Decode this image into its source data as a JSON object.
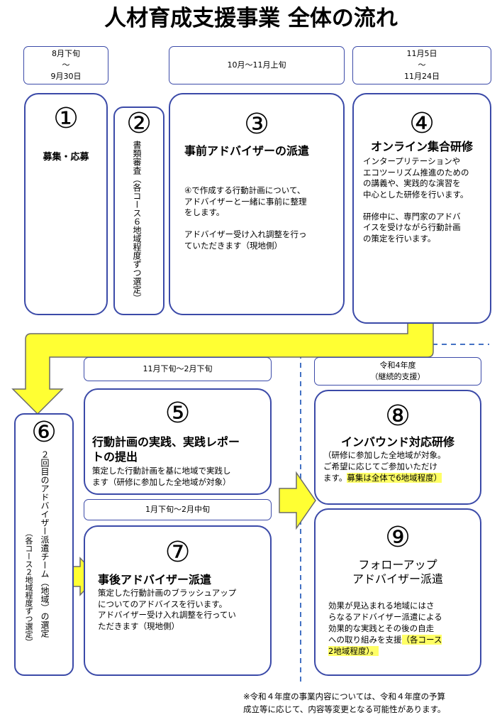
{
  "title": "人材育成支援事業 全体の流れ",
  "dates": {
    "d1": "8月下旬\n～\n9月30日",
    "d3": "10月～11月上旬",
    "d4": "11月5日\n～\n11月24日",
    "d5": "11月下旬～2月下旬",
    "d7": "1月下旬～2月中旬",
    "d8": "令和4年度\n（継続的支援）"
  },
  "steps": {
    "s1": {
      "num": "①",
      "head": "募集・応募"
    },
    "s2": {
      "num": "②",
      "vert": "書類審査（各コース６地域程度ずつ選定）"
    },
    "s3": {
      "num": "③",
      "head": "事前アドバイザーの派遣",
      "body": "④で作成する行動計画について、\nアドバイザーと一緒に事前に整理\nをします。\n\nアドバイザー受け入れ調整を行っ\nていただきます（現地側）"
    },
    "s4": {
      "num": "④",
      "head": "オンライン集合研修",
      "body": "インタープリテーションや\nエコツーリズム推進のための\nの講義や、実践的な演習を\n中心とした研修を行います。\n\n研修中に、専門家のアドバ\nイスを受けながら行動計画\nの策定を行います。"
    },
    "s5": {
      "num": "⑤",
      "head1": "行動計画の実践、実践レポー",
      "head2": "トの提出",
      "body": "策定した行動計画を基に地域で実践し\nます（研修に参加した全地域が対象）"
    },
    "s6": {
      "num": "⑥",
      "vert1": "２回目のアドバイザー派遣チーム（地域）の選定",
      "vert2": "（各コース２地域程度ずつ選定）"
    },
    "s7": {
      "num": "⑦",
      "head": "事後アドバイザー派遣",
      "body": "策定した行動計画のブラッシュアップ\nについてのアドバイスを行います。\nアドバイザー受け入れ調整を行ってい\nただきます（現地側）"
    },
    "s8": {
      "num": "⑧",
      "head": "インバウンド対応研修",
      "body1": "（研修に参加した全地域が対象。",
      "body2": "ご希望に応じてご参加いただけ",
      "body3a": "ます。",
      "body3b": "募集は全体で6地域程度）"
    },
    "s9": {
      "num": "⑨",
      "head1": "フォローアップ",
      "head2": "アドバイザー派遣",
      "body1": "効果が見込まれる地域にはさ",
      "body2": "らなるアドバイザー派遣による",
      "body3": "効果的な実践とその後の自走",
      "body4a": "への取り組みを支援",
      "body4b": "（各コース",
      "body5": "2地域程度）。"
    }
  },
  "footnote1": "※令和４年度の事業内容については、令和４年度の予算",
  "footnote2": "成立等に応じて、内容等変更となる可能性があります。",
  "colors": {
    "border": "#3b4aa8",
    "arrow_fill": "#ffff33",
    "arrow_stroke": "#6a6a6a",
    "divider": "#4472c4",
    "highlight": "#ffff66"
  }
}
